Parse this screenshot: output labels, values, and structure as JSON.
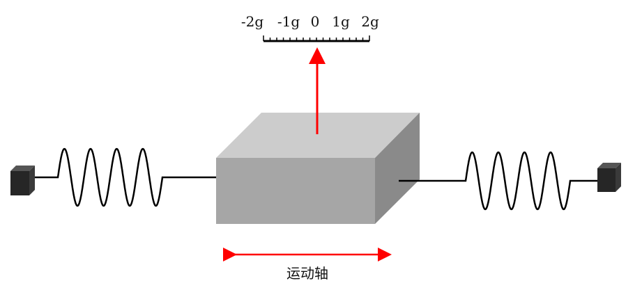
{
  "scale": {
    "labels": [
      "-2g",
      "-1g",
      "0",
      "1g",
      "2g"
    ],
    "tick_intervals": 16
  },
  "axis_label": "运动轴",
  "colors": {
    "arrow": "#ff0000",
    "box_front": "#a6a6a6",
    "box_top": "#cccccc",
    "box_side": "#8a8a8a",
    "anchor": "#262626"
  }
}
